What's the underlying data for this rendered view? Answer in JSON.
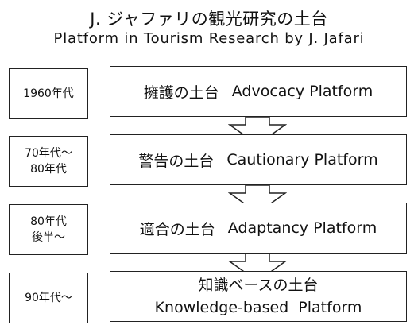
{
  "title": {
    "japanese": "J. ジャファリの観光研究の土台",
    "english": "Platform in Tourism Research by J. Jafari"
  },
  "stages": [
    {
      "era": "1960年代",
      "platform_ja": "擁護の土台",
      "platform_en": "Advocacy Platform"
    },
    {
      "era": "70年代〜\n80年代",
      "platform_ja": "警告の土台",
      "platform_en": "Cautionary Platform"
    },
    {
      "era": "80年代\n後半〜",
      "platform_ja": "適合の土台",
      "platform_en": "Adaptancy Platform"
    },
    {
      "era": "90年代〜",
      "platform_ja": "知識ベースの土台",
      "platform_en": "Knowledge-based  Platform"
    }
  ]
}
